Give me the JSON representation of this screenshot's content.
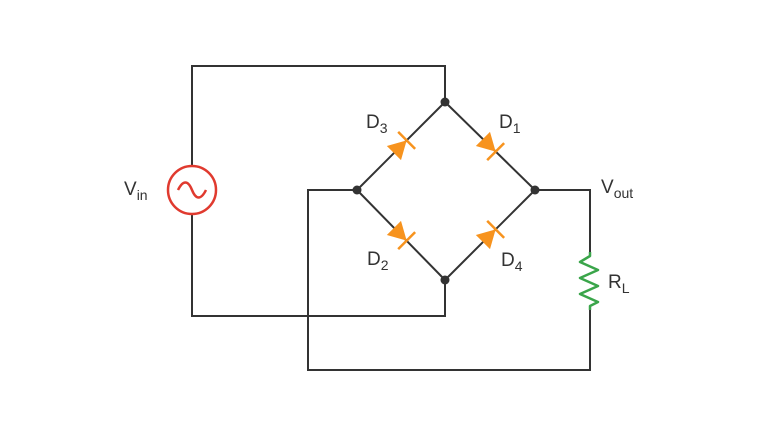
{
  "labels": {
    "vin": {
      "main": "V",
      "sub": "in"
    },
    "vout": {
      "main": "V",
      "sub": "out"
    },
    "d1": {
      "main": "D",
      "sub": "1"
    },
    "d2": {
      "main": "D",
      "sub": "2"
    },
    "d3": {
      "main": "D",
      "sub": "3"
    },
    "d4": {
      "main": "D",
      "sub": "4"
    },
    "rl": {
      "main": "R",
      "sub": "L"
    }
  },
  "colors": {
    "wire": "#333333",
    "diode": "#f7931e",
    "source": "#e03a2f",
    "resistor": "#3aa54a",
    "text": "#333333"
  },
  "icons": {
    "source": "ac-source-icon",
    "diode": "diode-icon",
    "resistor": "resistor-icon",
    "junction": "junction-dot-icon"
  }
}
